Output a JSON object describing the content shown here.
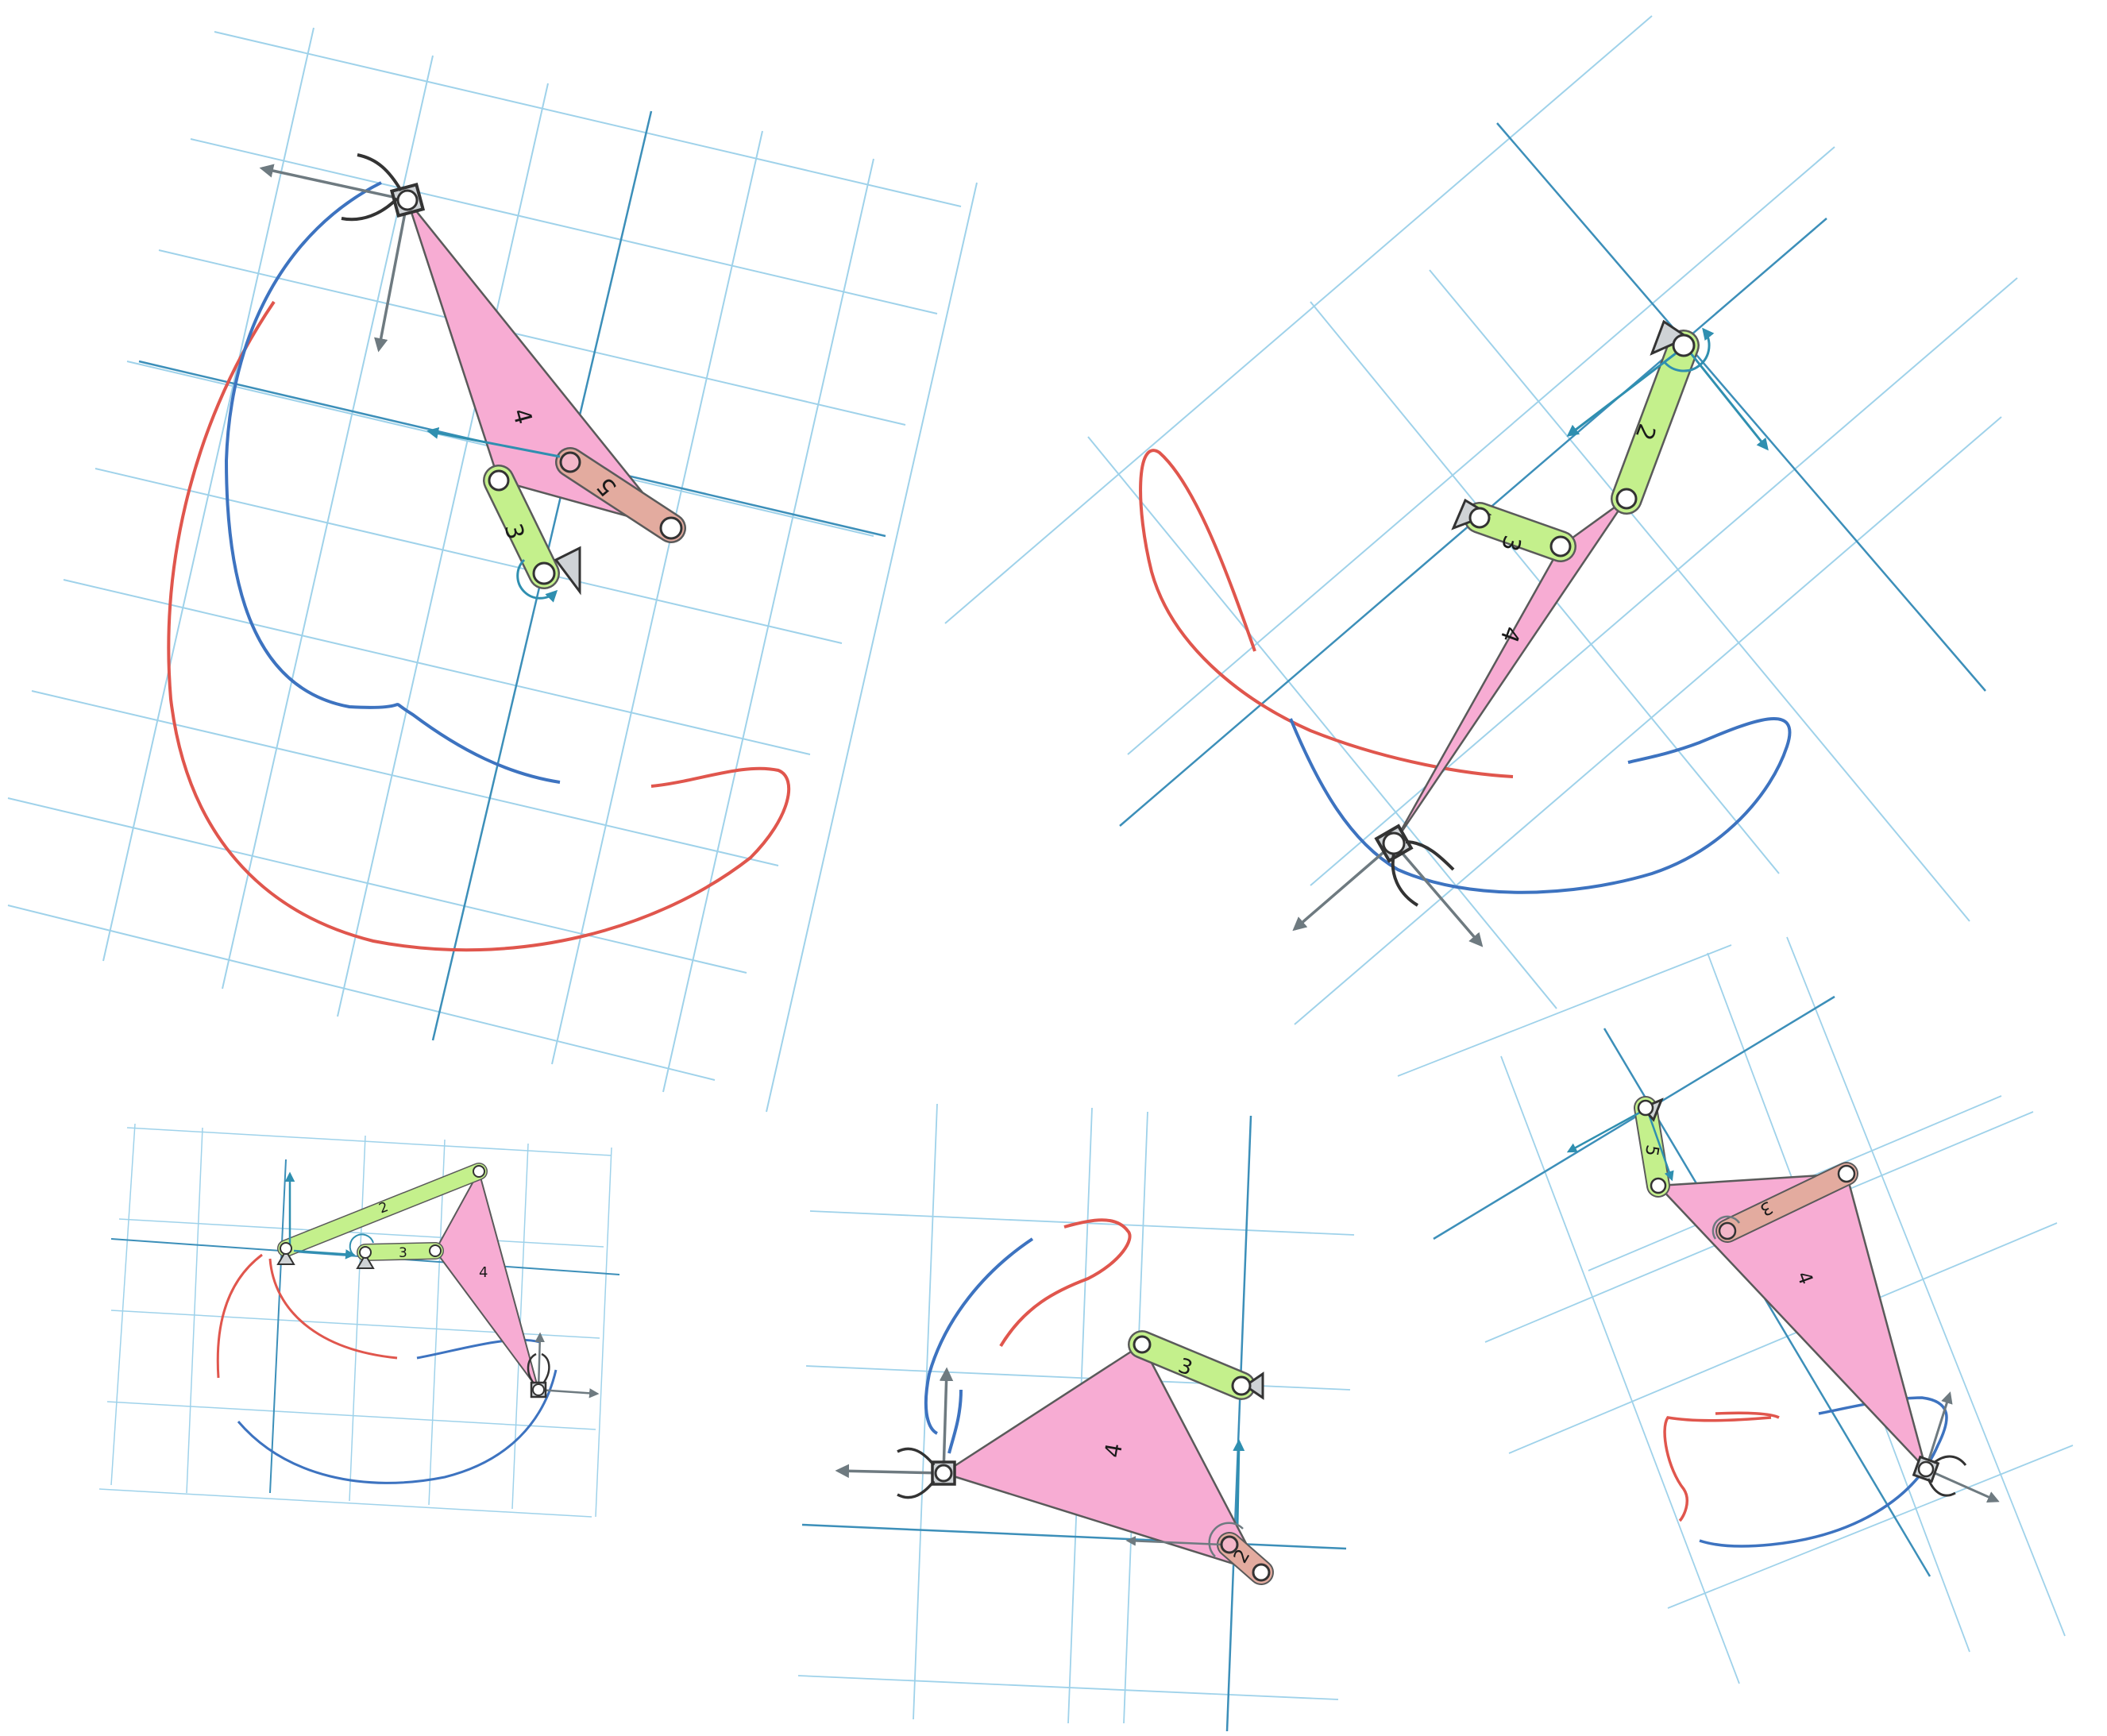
{
  "colors": {
    "grid": "#9fd2ea",
    "axis": "#3c8fb9",
    "ground_link": "#c4f08c",
    "coupler": "#f7acd3",
    "slider_link": "#e3ab9f",
    "outline": "#5a5a5a",
    "curve_blue": "#3d73c0",
    "curve_red": "#e0564d",
    "arrow_gray": "#6e7a80",
    "arrow_teal": "#2f8fb0"
  },
  "mechanisms": [
    {
      "id": "top-left",
      "link_labels": [
        "4",
        "3",
        "5"
      ],
      "icons": [
        "gripper-icon",
        "ground-pivot-icon"
      ]
    },
    {
      "id": "top-right",
      "link_labels": [
        "2",
        "3",
        "4"
      ],
      "icons": [
        "gripper-icon",
        "ground-pivot-icon"
      ]
    },
    {
      "id": "bottom-left",
      "link_labels": [
        "2",
        "3",
        "4"
      ],
      "icons": [
        "gripper-icon",
        "ground-pivot-icon"
      ]
    },
    {
      "id": "bottom-middle",
      "link_labels": [
        "3",
        "4",
        "2"
      ],
      "icons": [
        "gripper-icon",
        "ground-pivot-icon"
      ]
    },
    {
      "id": "bottom-right",
      "link_labels": [
        "5",
        "3",
        "4"
      ],
      "icons": [
        "gripper-icon",
        "ground-pivot-icon"
      ]
    }
  ]
}
